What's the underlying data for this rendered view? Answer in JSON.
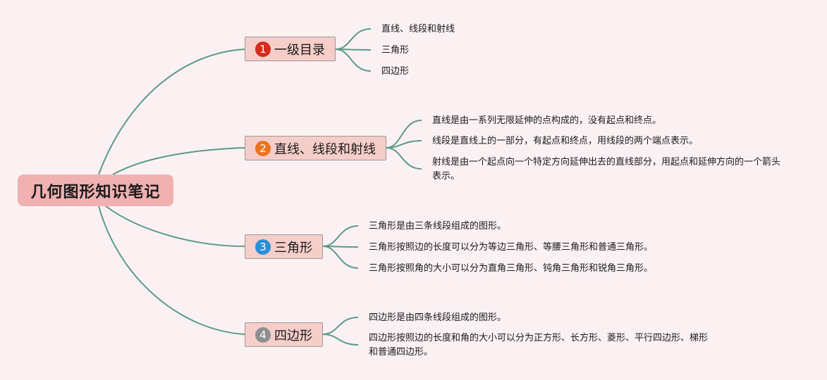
{
  "root": {
    "title": "几何图形知识笔记"
  },
  "colors": {
    "background": "#fbf1f3",
    "line": "#5b9a85",
    "root_fill": "#f1b1b1",
    "branch_fill": "#f5cdc9",
    "badge_1": "#d62b1e",
    "badge_2": "#ea7420",
    "badge_3": "#2a8fd6",
    "badge_4": "#8e8e8e"
  },
  "branches": [
    {
      "number": "1",
      "label": "一级目录",
      "leaves": [
        "直线、线段和射线",
        "三角形",
        "四边形"
      ]
    },
    {
      "number": "2",
      "label": "直线、线段和射线",
      "leaves": [
        "直线是由一系列无限延伸的点构成的，没有起点和终点。",
        "线段是直线上的一部分，有起点和终点，用线段的两个端点表示。",
        "射线是由一个起点向一个特定方向延伸出去的直线部分，用起点和延伸方向的一个箭头表示。"
      ]
    },
    {
      "number": "3",
      "label": "三角形",
      "leaves": [
        "三角形是由三条线段组成的图形。",
        "三角形按照边的长度可以分为等边三角形、等腰三角形和普通三角形。",
        "三角形按照角的大小可以分为直角三角形、钝角三角形和锐角三角形。"
      ]
    },
    {
      "number": "4",
      "label": "四边形",
      "leaves": [
        "四边形是由四条线段组成的图形。",
        "四边形按照边的长度和角的大小可以分为正方形、长方形、菱形、平行四边形、梯形和普通四边形。"
      ]
    }
  ]
}
